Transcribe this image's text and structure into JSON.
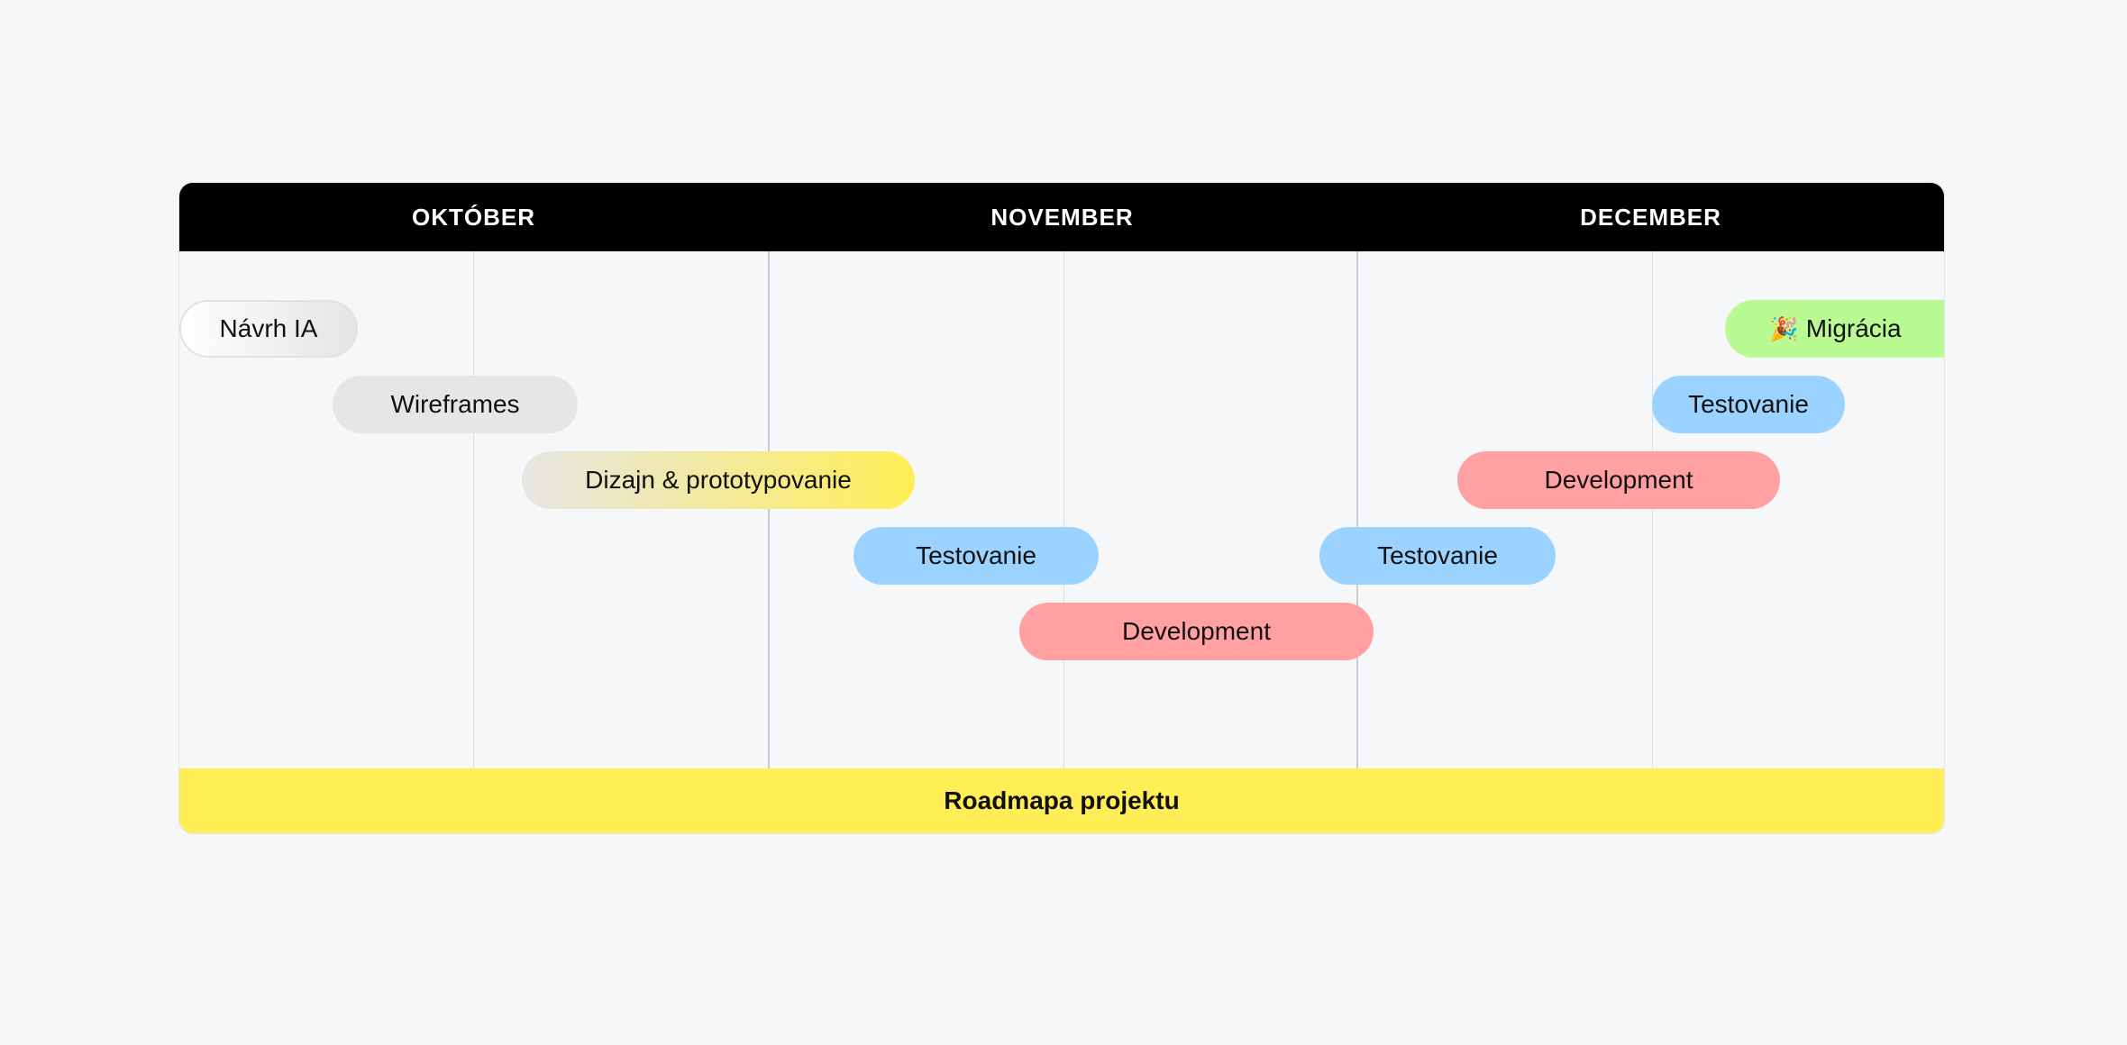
{
  "months": [
    {
      "label": "OKTÓBER"
    },
    {
      "label": "NOVEMBER"
    },
    {
      "label": "DECEMBER"
    }
  ],
  "tasks": [
    {
      "label": "Návrh IA",
      "color": "#ffffff",
      "color_end": "#e6e6e6",
      "icon": ""
    },
    {
      "label": "Wireframes",
      "color": "#e6e6e6",
      "icon": ""
    },
    {
      "label": "Dizajn & prototypovanie",
      "color": "#e8e6e0",
      "color_end": "#ffee55",
      "icon": ""
    },
    {
      "label": "Testovanie",
      "color": "#9ad3ff",
      "icon": ""
    },
    {
      "label": "Development",
      "color": "#ffa0a2",
      "icon": ""
    },
    {
      "label": "Testovanie",
      "color": "#9ad3ff",
      "icon": ""
    },
    {
      "label": "Development",
      "color": "#ffa0a2",
      "icon": ""
    },
    {
      "label": "Testovanie",
      "color": "#9ad3ff",
      "icon": ""
    },
    {
      "label": "Migrácia",
      "color": "#b9fb92",
      "icon": "🎉"
    }
  ],
  "footer": {
    "label": "Roadmapa projektu",
    "color": "#ffee55"
  },
  "colors": {
    "header": "#000000",
    "background": "#f6f7f9"
  }
}
